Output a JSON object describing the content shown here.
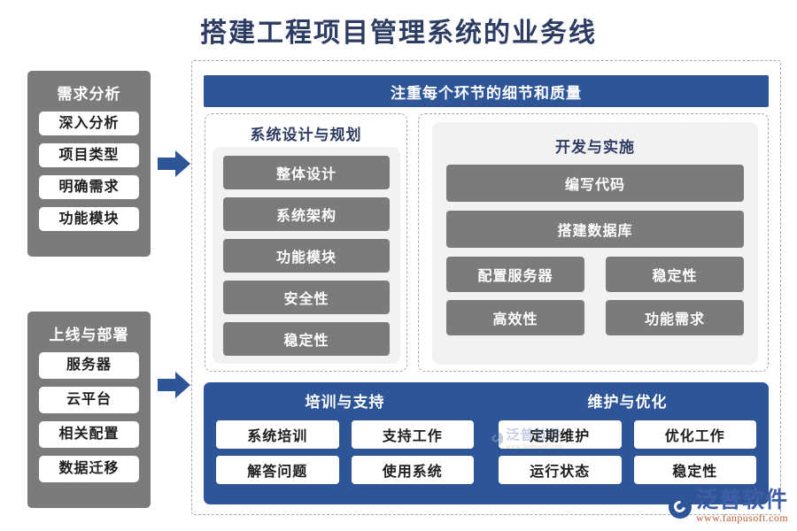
{
  "page": {
    "title": "搭建工程项目管理系统的业务线"
  },
  "colors": {
    "accent_blue": "#2e5597",
    "gray_panel": "#7b7b7b",
    "light_panel": "#f2f2f2",
    "title_navy": "#2d3c62",
    "dashed_border": "#a8a8a8"
  },
  "left_stages": [
    {
      "name": "requirement-analysis",
      "title": "需求分析",
      "items": [
        "深入分析",
        "项目类型",
        "明确需求",
        "功能模块"
      ]
    },
    {
      "name": "launch-deploy",
      "title": "上线与部署",
      "items": [
        "服务器",
        "云平台",
        "相关配置",
        "数据迁移"
      ]
    }
  ],
  "arrows": [
    {
      "name": "arrow-to-design",
      "label": "right-arrow-icon"
    },
    {
      "name": "arrow-to-support",
      "label": "right-arrow-icon"
    }
  ],
  "banner": {
    "text": "注重每个环节的细节和质量"
  },
  "design_section": {
    "title": "系统设计与规划",
    "items": [
      "整体设计",
      "系统架构",
      "功能模块",
      "安全性",
      "稳定性"
    ]
  },
  "dev_section": {
    "title": "开发与实施",
    "wide_items": [
      "编写代码",
      "搭建数据库"
    ],
    "grid_items": [
      "配置服务器",
      "稳定性",
      "高效性",
      "功能需求"
    ]
  },
  "bottom_band": {
    "groups": [
      {
        "name": "training-support",
        "title": "培训与支持",
        "items": [
          "系统培训",
          "支持工作",
          "解答问题",
          "使用系统"
        ]
      },
      {
        "name": "maintenance-optimization",
        "title": "维护与优化",
        "items": [
          "定期维护",
          "优化工作",
          "运行状态",
          "稳定性"
        ]
      }
    ]
  },
  "watermark": {
    "brand": "泛普软件",
    "url": "www.fanpusoft.com"
  }
}
